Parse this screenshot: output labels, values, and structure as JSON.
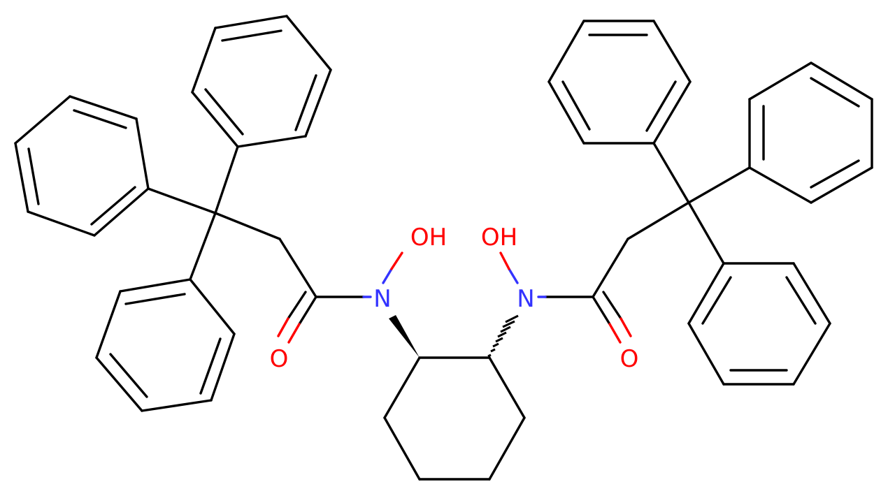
{
  "structure": {
    "atoms": {
      "n_left": {
        "symbol": "N",
        "color": "#3333ff"
      },
      "n_right": {
        "symbol": "N",
        "color": "#3333ff"
      },
      "oh_left": {
        "symbol": "OH",
        "color": "#ff0000"
      },
      "oh_right": {
        "symbol": "OH",
        "color": "#ff0000"
      },
      "o_carbonyl_left": {
        "symbol": "O",
        "color": "#ff0000"
      },
      "o_carbonyl_right": {
        "symbol": "O",
        "color": "#ff0000"
      }
    },
    "stereo": {
      "left_bond": "wedge",
      "right_bond": "hash"
    },
    "bond_color": "#000000"
  }
}
